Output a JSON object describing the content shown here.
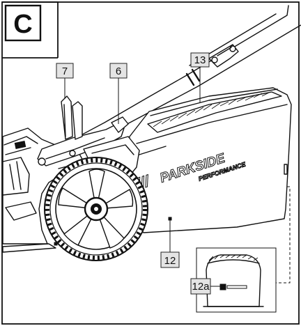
{
  "section_label": "C",
  "brand": {
    "name": "PARKSIDE",
    "subline": "PERFORMANCE"
  },
  "callouts": {
    "c7": "7",
    "c6": "6",
    "c13": "13",
    "c12": "12",
    "c12a": "12a"
  }
}
